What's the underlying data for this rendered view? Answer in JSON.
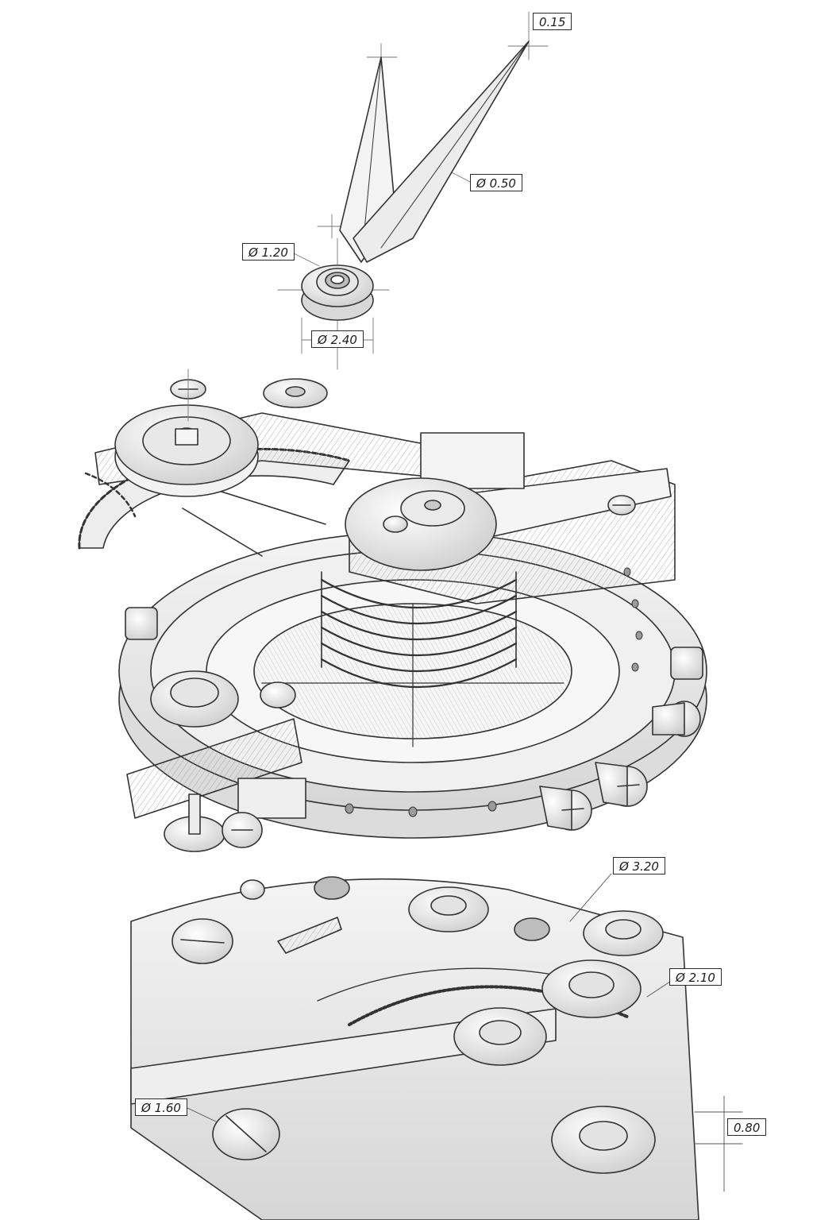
{
  "drawing": {
    "subject": "technical pencil drawing of watch movement parts",
    "stroke_color": "#333333",
    "paper_color": "#ffffff"
  },
  "dimensions": {
    "hand_tip": "0.15",
    "hand_width": "Ø 0.50",
    "hand_bore": "Ø 1.20",
    "hand_collar": "Ø 2.40",
    "jewel_large": "Ø 3.20",
    "jewel_medium": "Ø 2.10",
    "screw_head": "Ø 1.60",
    "plate_thickness": "0.80"
  }
}
